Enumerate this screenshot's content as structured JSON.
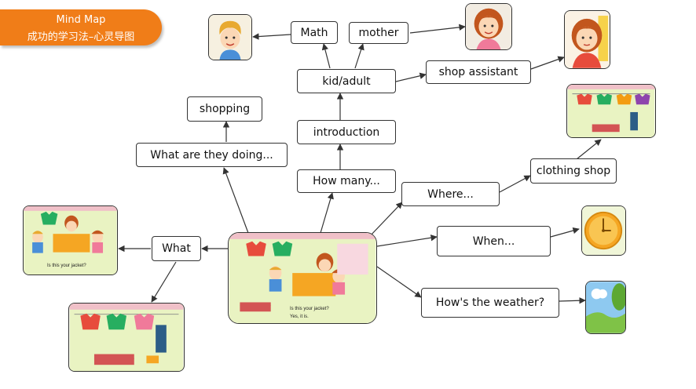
{
  "banner": {
    "title": "Mind Map",
    "subtitle": "成功的学习法–心灵导图"
  },
  "nodes": {
    "math": "Math",
    "mother": "mother",
    "kid_adult": "kid/adult",
    "shop_assistant": "shop assistant",
    "shopping": "shopping",
    "what_doing": "What are they doing...",
    "introduction": "introduction",
    "how_many": "How many...",
    "clothing_shop": "clothing shop",
    "where": "Where...",
    "what": "What",
    "when": "When...",
    "weather": "How's the weather?"
  },
  "center_caption": {
    "question": "Is this your jacket?",
    "answer": "Yes, it is."
  },
  "left_caption": {
    "question": "Is this your jacket?"
  },
  "colors": {
    "banner": "#f07d18",
    "line": "#333333"
  }
}
